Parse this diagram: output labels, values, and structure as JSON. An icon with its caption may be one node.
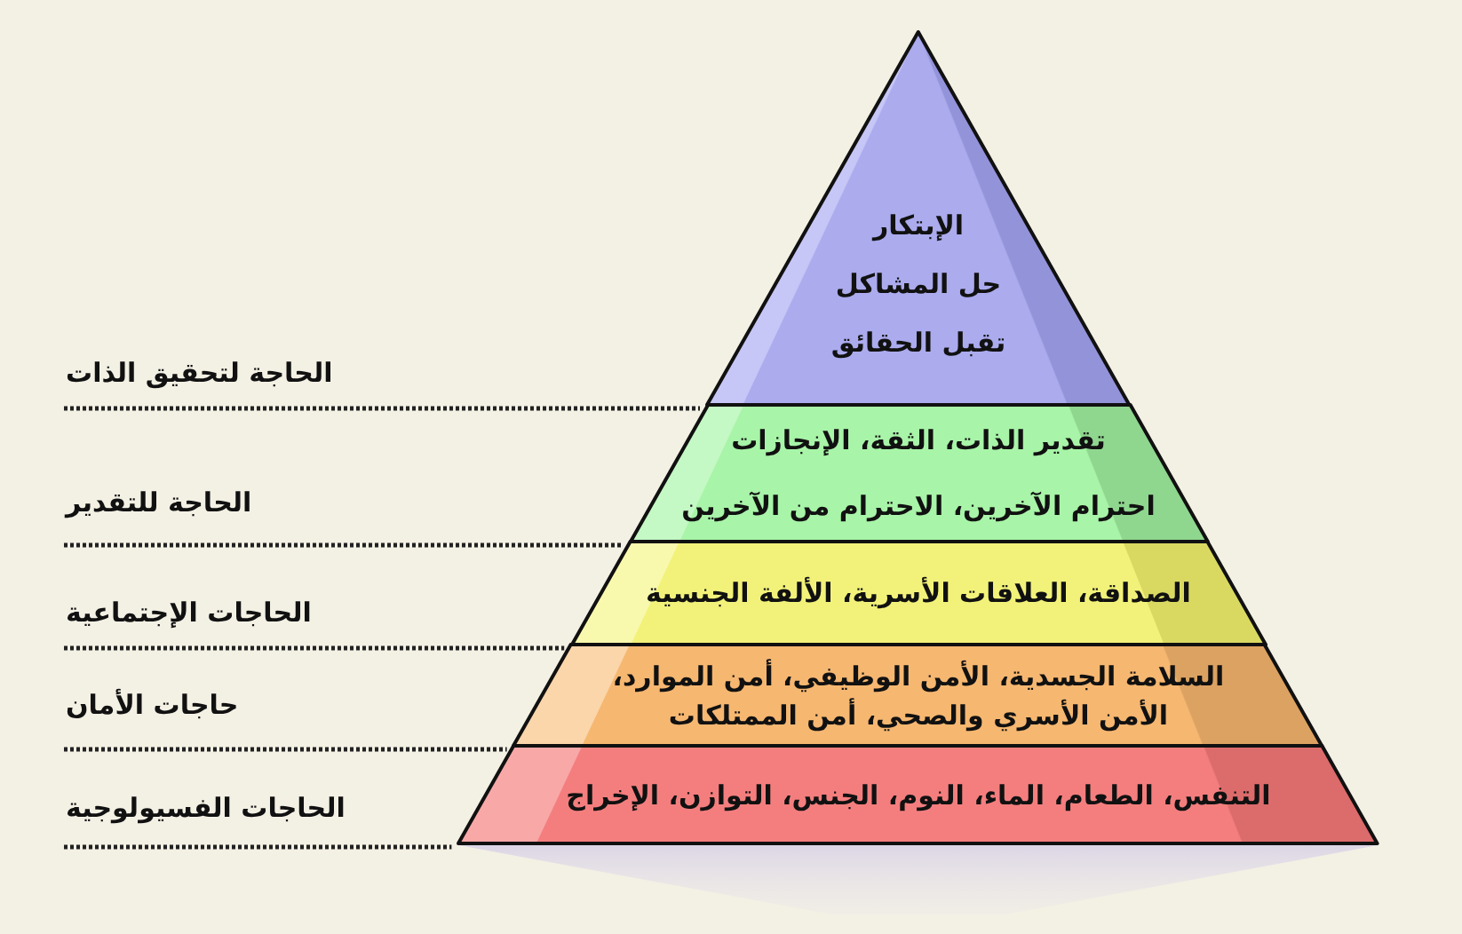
{
  "diagram": {
    "nodes": [
      {
        "text": [
          "الإبتكار",
          "حل المشاكل",
          "تقبل الحقائق"
        ]
      },
      {
        "text": [
          "تقدير الذات، الثقة، الإنجازات",
          "احترام الآخرين، الاحترام من الآخرين"
        ]
      },
      {
        "text": [
          "الصداقة، العلاقات الأسرية، الألفة الجنسية"
        ]
      },
      {
        "text": [
          "السلامة الجسدية، الأمن الوظيفي، أمن الموارد، الأمن الأسري والصحي، أمن الممتلكات"
        ]
      },
      {
        "text": [
          "التنفس، الطعام، الماء، النوم، الجنس، التوازن، الإخراج"
        ]
      }
    ],
    "labels": [
      "الحاجة لتحقيق الذات",
      "الحاجة للتقدير",
      "الحاجات الإجتماعية",
      "حاجات الأمان",
      "الحاجات الفسيولوجية"
    ]
  }
}
